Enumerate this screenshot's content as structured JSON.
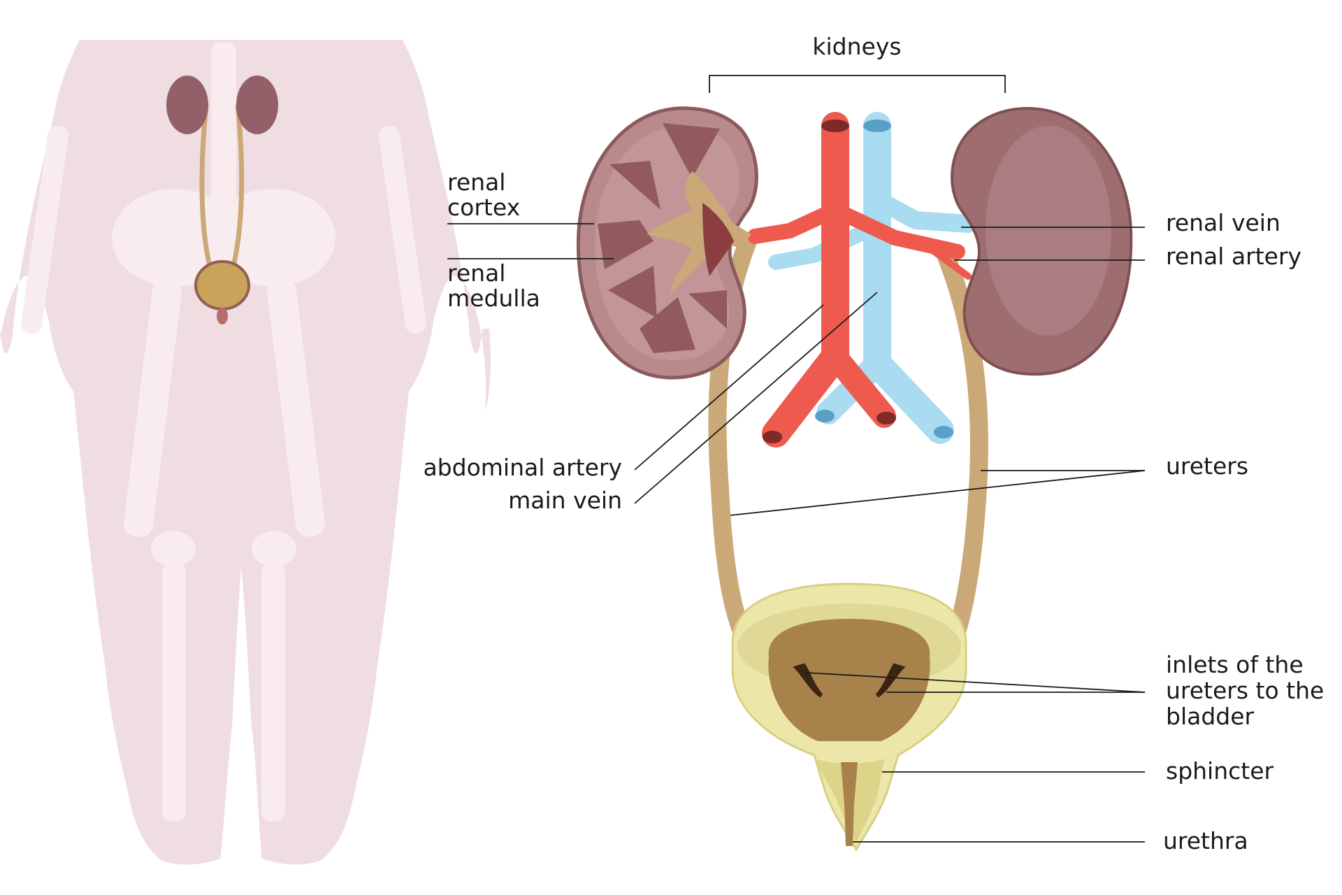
{
  "labels": {
    "kidneys": "kidneys",
    "renal_cortex": [
      "renal",
      "cortex"
    ],
    "renal_medulla": [
      "renal",
      "medulla"
    ],
    "renal_vein": "renal vein",
    "renal_artery": "renal artery",
    "abdominal_artery": "abdominal artery",
    "main_vein": "main vein",
    "ureters": "ureters",
    "inlets": [
      "inlets of the",
      "ureters to the",
      "bladder"
    ],
    "sphincter": "sphincter",
    "urethra": "urethra"
  },
  "colors": {
    "body_silhouette": "#efdde1",
    "skeleton": "#f9eef0",
    "kidney_surface": "#9e6d6f",
    "kidney_cortex": "#b98a8c",
    "kidney_pyramid": "#925a5d",
    "ureter": "#cba878",
    "artery": "#ee5a4d",
    "vein": "#a9dcf1",
    "bladder_outer": "#ece7a8",
    "bladder_inner": "#a7834b",
    "leader_line": "#1a1a1a"
  }
}
